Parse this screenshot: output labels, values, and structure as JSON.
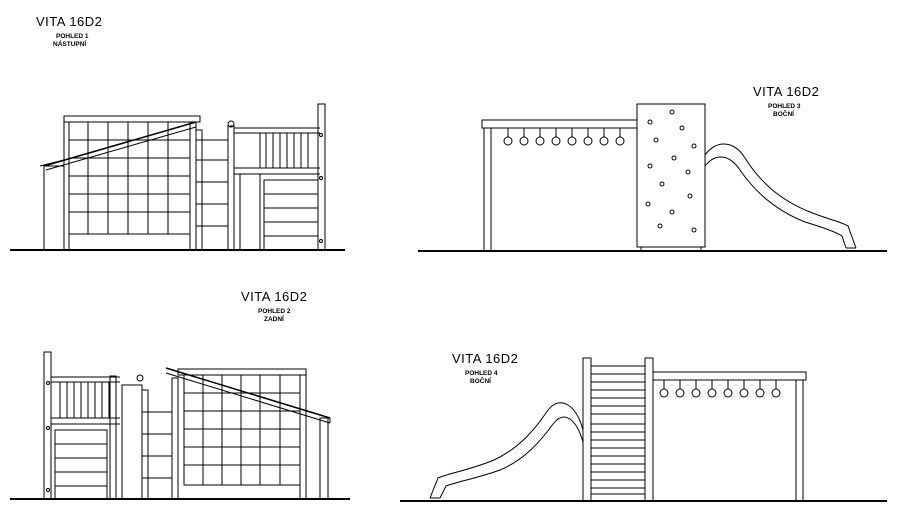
{
  "views": [
    {
      "title": "VITA 16D2",
      "view": "POHLED 1",
      "side": "NÁSTUPNÍ"
    },
    {
      "title": "VITA 16D2",
      "view": "POHLED 3",
      "side": "BOČNÍ"
    },
    {
      "title": "VITA 16D2",
      "view": "POHLED 2",
      "side": "ZADNÍ"
    },
    {
      "title": "VITA 16D2",
      "view": "POHLED 4",
      "side": "BOČNÍ"
    }
  ],
  "colors": {
    "line": "#000000",
    "background": "#ffffff"
  }
}
